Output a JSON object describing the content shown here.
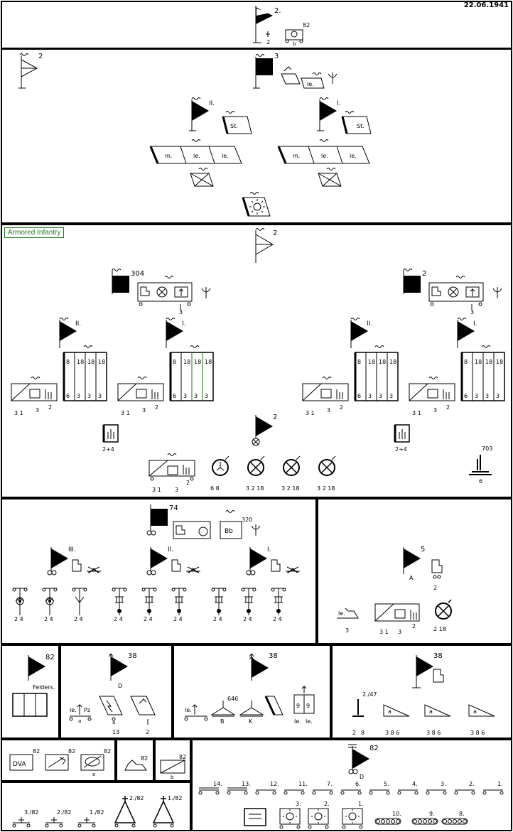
{
  "date": "22.06.1941",
  "badge": "Armored Infantry",
  "section1": {
    "hq_label": "2.",
    "inf_sub": "2",
    "vehicle_label": "82",
    "vehicle_sub": "b"
  },
  "section2": {
    "flag_left": "2",
    "hq_label": "3",
    "hq_unit": "le.",
    "bn_left": "II.",
    "bn_right": "I.",
    "staff_left": "St.",
    "staff_right": "St.",
    "companies_left": [
      "m.",
      "le.",
      "le."
    ],
    "companies_right": [
      "m.",
      "le.",
      "le."
    ]
  },
  "section3": {
    "pennant": "2",
    "reg_left": "304",
    "reg_right": "2",
    "reg_left_sub": "3",
    "reg_right_sub": "3",
    "bn_labels": [
      "II.",
      "I.",
      "II.",
      "I."
    ],
    "tall_cols": [
      "8",
      "18",
      "18",
      "18"
    ],
    "tall_bottom": [
      "6",
      "3",
      "3",
      "3"
    ],
    "mid_flag": "2",
    "supply": "2+4",
    "artillery_right": "703",
    "artillery_right_sub": "6",
    "numbers_row": [
      "3 1",
      "3",
      "2"
    ],
    "circles": [
      "6  8",
      "3  2  18",
      "3  2  18",
      "3  2  18"
    ]
  },
  "section4": {
    "hq": "74",
    "bb_label": "Bb",
    "bb_num": "320",
    "bn_labels": [
      "III.",
      "II.",
      "I."
    ],
    "sub_nums": [
      "2  4",
      "2  4",
      "2  4",
      "2  4",
      "2  4",
      "2  4",
      "2  4",
      "2  4",
      "2  4"
    ],
    "right_flag": "5",
    "right_sub": "A",
    "right_num": "2",
    "le_label": "le.",
    "le_sub": "3",
    "right_bottom": [
      "3 1",
      "3",
      "2",
      "2  18"
    ]
  },
  "section5": {
    "box1_num": "82",
    "box1_label": "Felders.",
    "box2_num": "38",
    "box2_sub": "D",
    "box2_items": [
      "le.",
      "Pz",
      "a",
      "a",
      "13",
      "2"
    ],
    "box3_num": "38",
    "box3_items": [
      "le.",
      "646",
      "B",
      "K",
      "9",
      "9",
      "le.",
      "le."
    ],
    "box4_num": "38",
    "box4_items": [
      "2./47",
      "2",
      "8",
      "a",
      "a",
      "a",
      "3  8  6",
      "3  8  6",
      "3  8  6"
    ]
  },
  "section6": {
    "boxes": [
      "DVA",
      "82",
      "82",
      "82",
      "82",
      "82"
    ],
    "e_label": "e",
    "b_label": "b",
    "bottom_left": [
      "3./82",
      "2./82",
      "1./82",
      "2./82",
      "1./82"
    ],
    "right_hq": "82",
    "right_sub": "D",
    "columns": [
      "14.",
      "13.",
      "12.",
      "11.",
      "7.",
      "6.",
      "5.",
      "4.",
      "3.",
      "2.",
      "1."
    ],
    "bottom_row": [
      "3.",
      "2.",
      "1.",
      "10.",
      "9.",
      "8."
    ]
  }
}
